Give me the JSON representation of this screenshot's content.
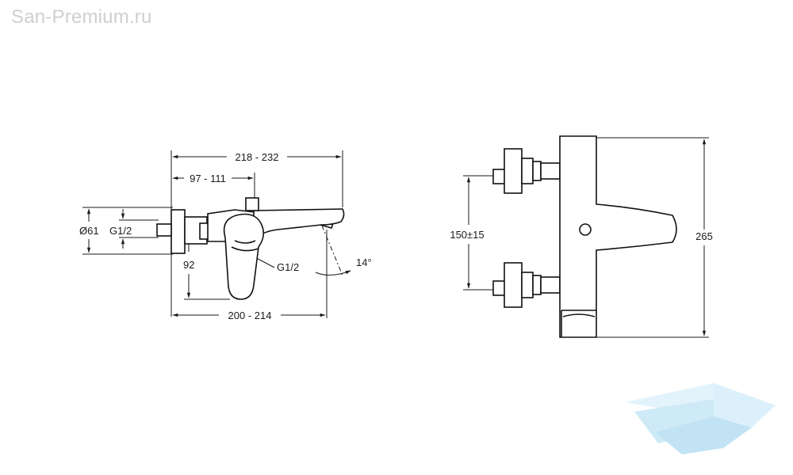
{
  "watermark": {
    "text": "San-Premium.ru"
  },
  "side_view": {
    "dim_overall_width": "218 - 232",
    "dim_inlet_to_axis": "97 - 111",
    "dim_diameter": "Ø61",
    "thread_inlet": "G1/2",
    "dim_height": "92",
    "thread_outlet": "G1/2",
    "angle": "14°",
    "dim_base_length": "200 - 214"
  },
  "front_view": {
    "dim_center_distance": "150±15",
    "dim_total_height": "265"
  },
  "colors": {
    "line": "#1a1a1a",
    "watermark": "#cfcfcf",
    "logo": "#9fd4ef"
  }
}
